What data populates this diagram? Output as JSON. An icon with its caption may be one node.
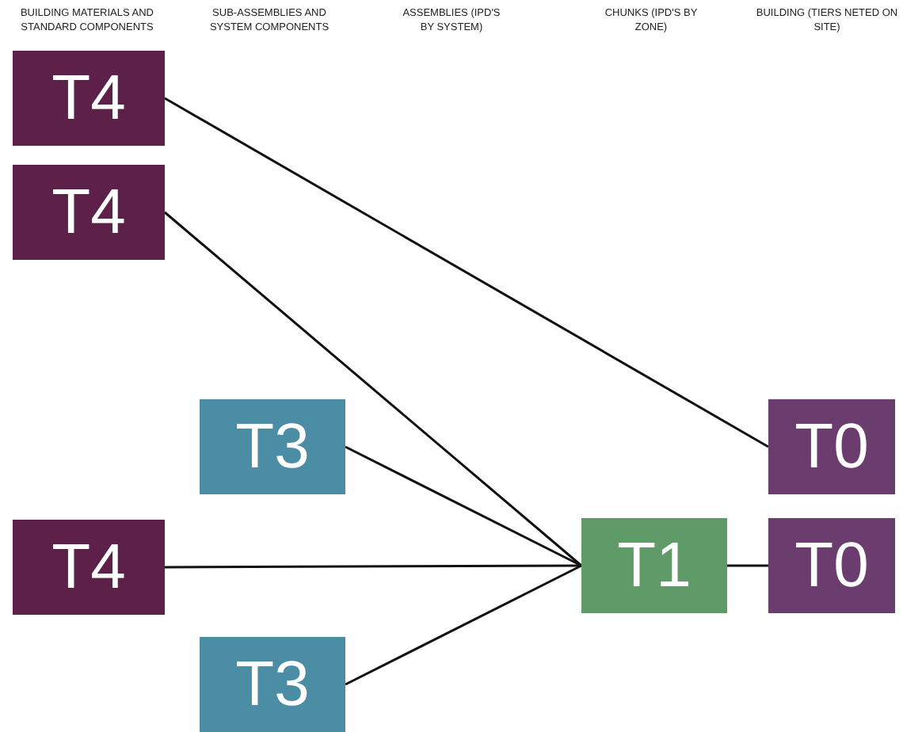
{
  "diagram": {
    "nodes": [
      {
        "text": [
          "T4"
        ]
      },
      {
        "text": [
          "T4"
        ]
      },
      {
        "text": [
          "T3"
        ]
      },
      {
        "text": [
          "T0"
        ]
      },
      {
        "text": [
          "T4"
        ]
      },
      {
        "text": [
          "T1"
        ]
      },
      {
        "text": [
          "T0"
        ]
      },
      {
        "text": [
          "T3"
        ]
      }
    ],
    "edges": [
      {
        "from": 0,
        "to": 3,
        "arrow": "none"
      },
      {
        "from": 1,
        "to": 5,
        "arrow": "none"
      },
      {
        "from": 2,
        "to": 5,
        "arrow": "none"
      },
      {
        "from": 4,
        "to": 5,
        "arrow": "none"
      },
      {
        "from": 7,
        "to": 5,
        "arrow": "none"
      },
      {
        "from": 5,
        "to": 6,
        "arrow": "none"
      }
    ],
    "labels": [
      "BUILDING MATERIALS AND STANDARD COMPONENTS",
      "SUB-ASSEMBLIES AND SYSTEM COMPONENTS",
      "ASSEMBLIES (IPD'S BY SYSTEM)",
      "CHUNKS (IPD'S BY ZONE)",
      "BUILDING (TIERS NETED ON SITE)"
    ]
  }
}
